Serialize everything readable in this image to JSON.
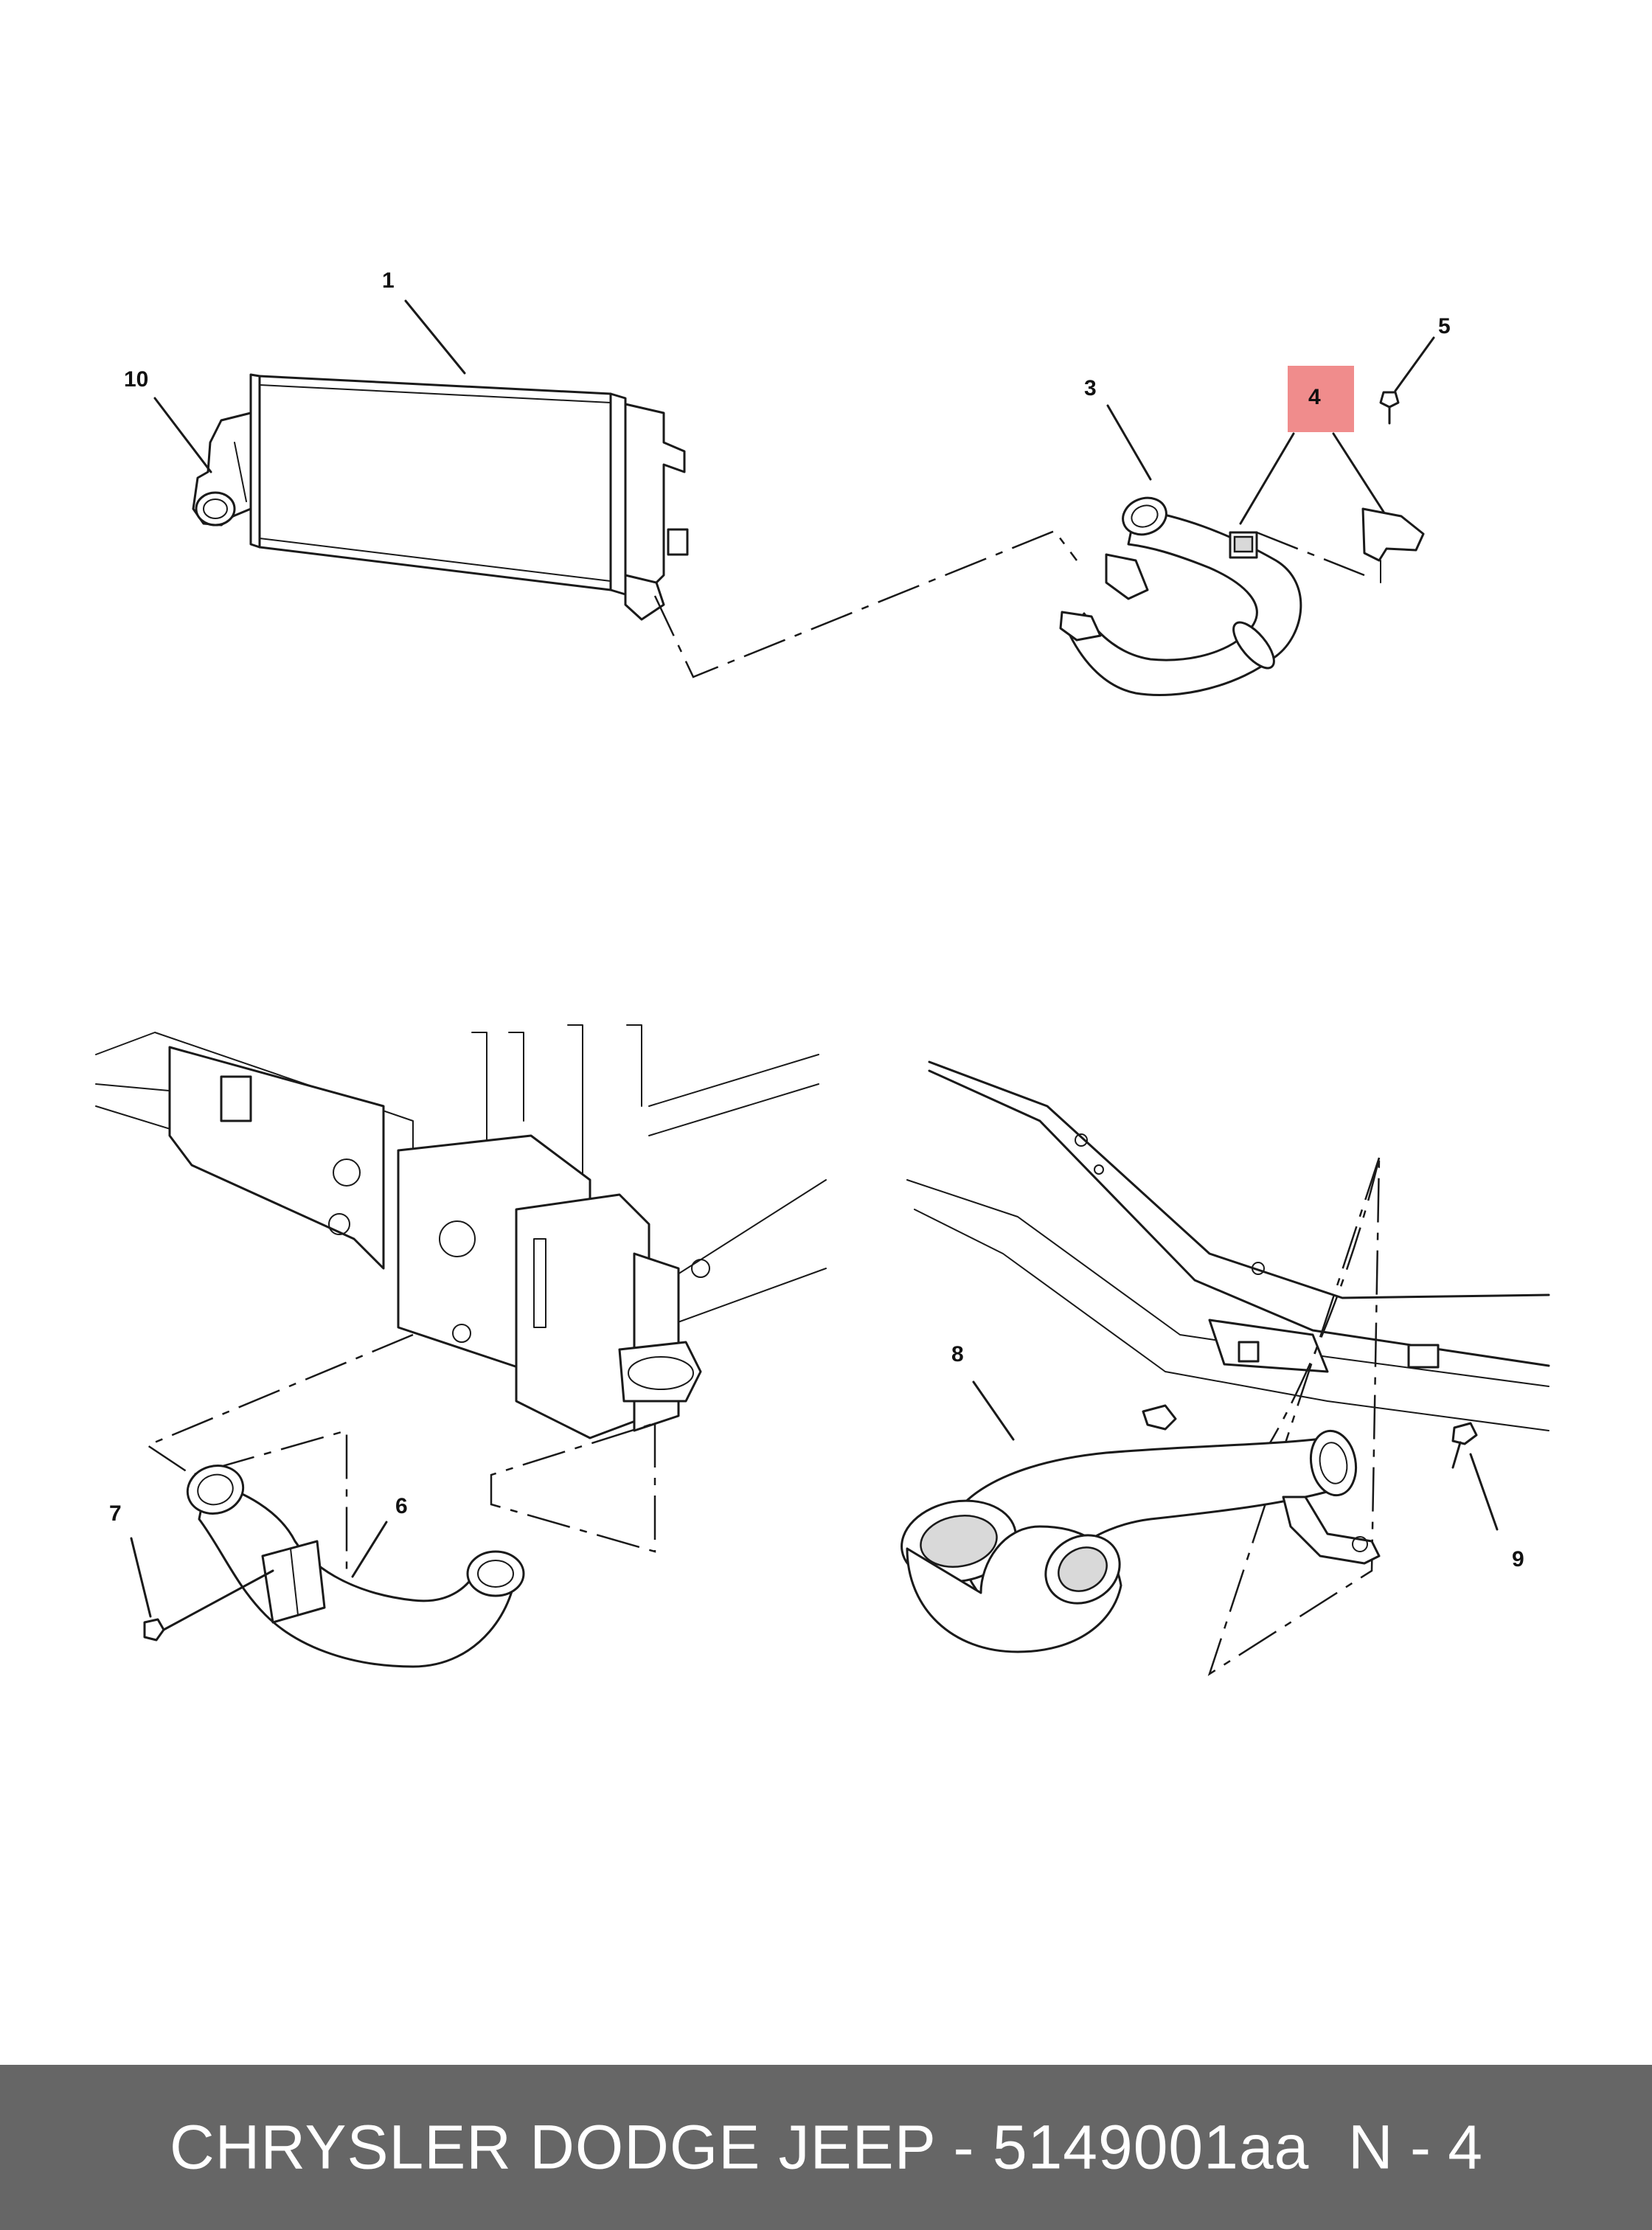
{
  "callouts": [
    "1",
    "10",
    "3",
    "4",
    "5",
    "7",
    "6",
    "8",
    "9"
  ],
  "highlight_color": "#f08c8c",
  "footer": {
    "title": "CHRYSLER DODGE JEEP - 5149001aa",
    "page": "N - 4",
    "background": "#666666"
  }
}
